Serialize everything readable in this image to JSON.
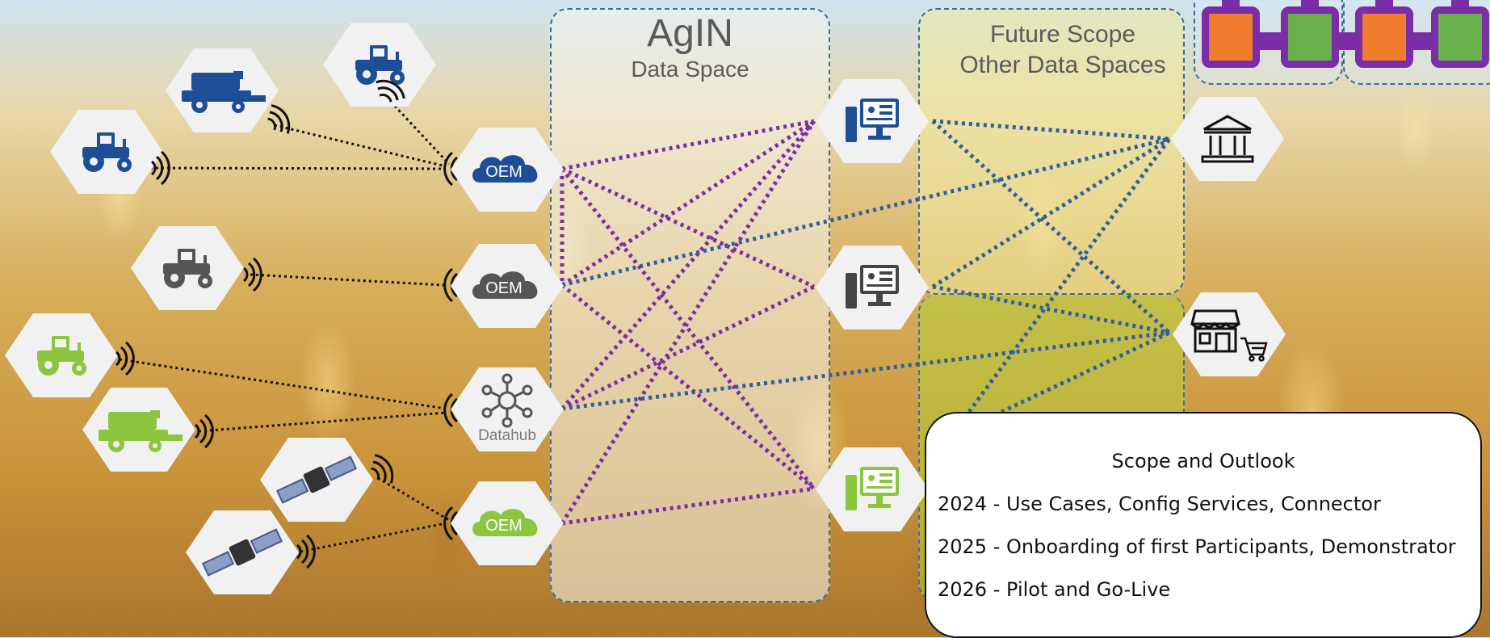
{
  "zones": {
    "agin_title": "AgIN",
    "agin_subtitle": "Data Space",
    "future_title_line1": "Future Scope",
    "future_title_line2": "Other Data Spaces"
  },
  "hubs": {
    "oem_1": "OEM",
    "oem_2": "OEM",
    "datahub": "Datahub",
    "oem_3": "OEM"
  },
  "outlook": {
    "title": "Scope and Outlook",
    "items": [
      "2024 - Use Cases, Config Services, Connector",
      "2025 - Onboarding of first Participants, Demonstrator",
      "2026 - Pilot and Go-Live"
    ]
  },
  "colors": {
    "blue_icon": "#1e4f96",
    "gray_icon": "#555555",
    "green_icon": "#8cc63f",
    "purple_link": "#7b2da8",
    "blue_link": "#2e5f9e",
    "orange_block": "#ef7d2d",
    "green_block": "#6ab04c"
  },
  "icons": [
    "tractor-icon",
    "combine-harvester-icon",
    "satellite-icon",
    "cloud-icon",
    "network-hub-icon",
    "computer-dashboard-icon",
    "bank-icon",
    "store-icon",
    "shopping-cart-icon",
    "wireless-signal-icon"
  ]
}
